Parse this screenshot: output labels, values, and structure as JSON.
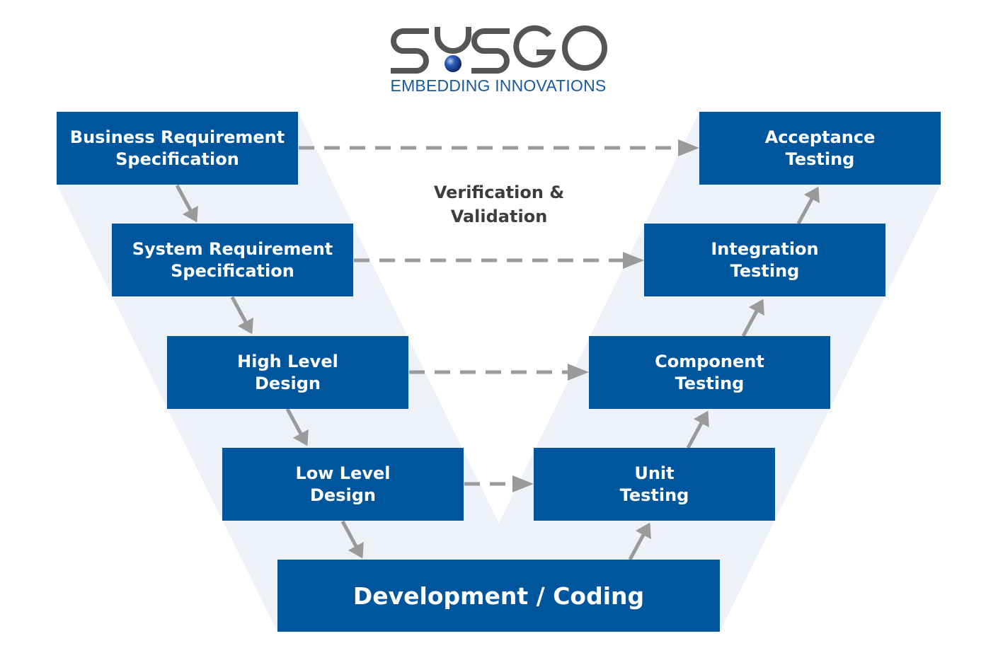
{
  "logo": {
    "brand": "SYSGO",
    "tagline": "EMBEDDING INNOVATIONS"
  },
  "center_label": {
    "line1": "Verification &",
    "line2": "Validation"
  },
  "left_stages": [
    {
      "line1": "Business Requirement",
      "line2": "Specification"
    },
    {
      "line1": "System Requirement",
      "line2": "Specification"
    },
    {
      "line1": "High Level",
      "line2": "Design"
    },
    {
      "line1": "Low Level",
      "line2": "Design"
    }
  ],
  "bottom_stage": {
    "label": "Development / Coding"
  },
  "right_stages": [
    {
      "line1": "Acceptance",
      "line2": "Testing"
    },
    {
      "line1": "Integration",
      "line2": "Testing"
    },
    {
      "line1": "Component",
      "line2": "Testing"
    },
    {
      "line1": "Unit",
      "line2": "Testing"
    }
  ],
  "colors": {
    "box": "#00569c",
    "band": "#eef1f8",
    "arrow": "#9a9a9a",
    "text": "#3d3d3d"
  }
}
